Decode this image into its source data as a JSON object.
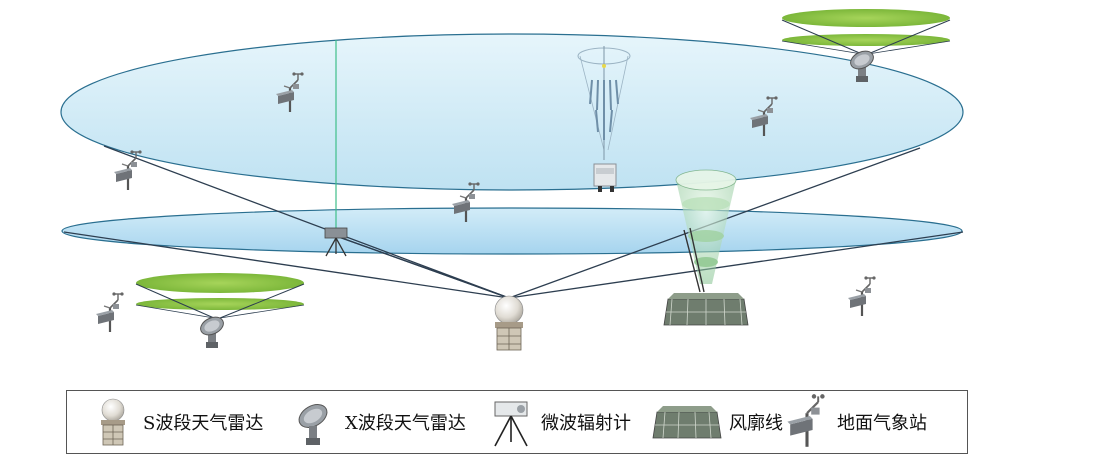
{
  "legend": {
    "items": [
      {
        "icon": "s-band-radar-icon",
        "label": "S波段天气雷达"
      },
      {
        "icon": "x-band-radar-icon",
        "label": "X波段天气雷达"
      },
      {
        "icon": "microwave-radiometer-icon",
        "label": "微波辐射计"
      },
      {
        "icon": "wind-profiler-icon",
        "label": "风廓线"
      },
      {
        "icon": "ground-weather-station-icon",
        "label": "地面气象站"
      }
    ]
  },
  "colors": {
    "upper_disc": "#d8eef8",
    "lower_disc": "#bfe0f3",
    "disc_edge": "#2a6f90",
    "green_disc": "#8cc63f",
    "link_line": "#2d3e50",
    "vertical_line": "#3fbf8a"
  }
}
